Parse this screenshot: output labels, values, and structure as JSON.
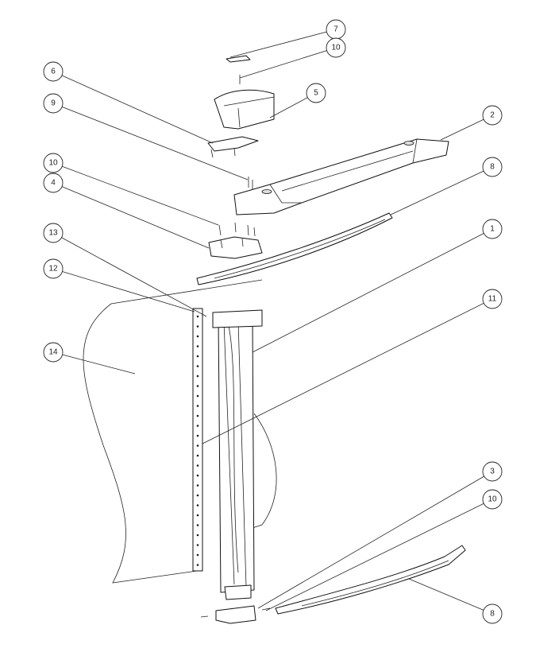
{
  "diagram": {
    "type": "exploded-parts-view",
    "callouts": [
      {
        "id": "c7",
        "label": "7"
      },
      {
        "id": "c10a",
        "label": "10"
      },
      {
        "id": "c5",
        "label": "5"
      },
      {
        "id": "c2",
        "label": "2"
      },
      {
        "id": "c8a",
        "label": "8"
      },
      {
        "id": "c1",
        "label": "1"
      },
      {
        "id": "c11",
        "label": "11"
      },
      {
        "id": "c6",
        "label": "6"
      },
      {
        "id": "c9",
        "label": "9"
      },
      {
        "id": "c10b",
        "label": "10"
      },
      {
        "id": "c4",
        "label": "4"
      },
      {
        "id": "c13",
        "label": "13"
      },
      {
        "id": "c12",
        "label": "12"
      },
      {
        "id": "c14",
        "label": "14"
      },
      {
        "id": "c3",
        "label": "3"
      },
      {
        "id": "c10c",
        "label": "10"
      },
      {
        "id": "c8b",
        "label": "8"
      }
    ]
  }
}
